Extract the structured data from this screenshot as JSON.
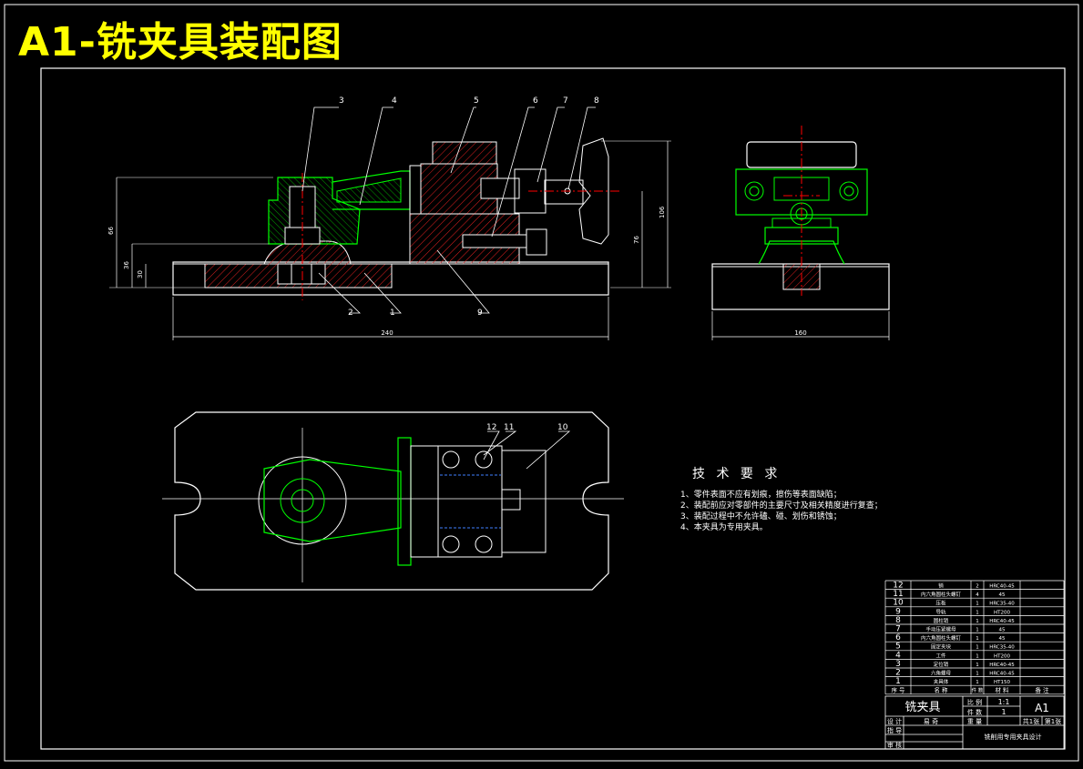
{
  "title": "A1-铣夹具装配图",
  "dims": {
    "d240": "240",
    "d160": "160",
    "d106": "106",
    "d76": "76",
    "d66": "66",
    "d36": "36",
    "d30": "30"
  },
  "parts_balloons": [
    "1",
    "2",
    "3",
    "4",
    "5",
    "6",
    "7",
    "8",
    "9",
    "10",
    "11",
    "12"
  ],
  "tech_requirements": {
    "heading": "技 术 要 求",
    "items": [
      "1、零件表面不应有划痕，擦伤等表面缺陷；",
      "2、装配前应对零部件的主要尺寸及相关精度进行复查；",
      "3、装配过程中不允许磕、碰、划伤和锈蚀；",
      "4、本夹具为专用夹具。"
    ]
  },
  "bom": [
    {
      "no": "12",
      "name": "销",
      "qty": "2",
      "mat": "HRC40-45"
    },
    {
      "no": "11",
      "name": "内六角圆柱头螺钉",
      "qty": "4",
      "mat": "45"
    },
    {
      "no": "10",
      "name": "压板",
      "qty": "1",
      "mat": "HRC35-40"
    },
    {
      "no": "9",
      "name": "导轨",
      "qty": "1",
      "mat": "HT200"
    },
    {
      "no": "8",
      "name": "圆柱销",
      "qty": "1",
      "mat": "HRC40-45"
    },
    {
      "no": "7",
      "name": "手动压紧螺母",
      "qty": "1",
      "mat": "45"
    },
    {
      "no": "6",
      "name": "内六角圆柱头螺钉",
      "qty": "1",
      "mat": "45"
    },
    {
      "no": "5",
      "name": "固定夹块",
      "qty": "1",
      "mat": "HRC35-40"
    },
    {
      "no": "4",
      "name": "工件",
      "qty": "1",
      "mat": "HT200"
    },
    {
      "no": "3",
      "name": "定位销",
      "qty": "1",
      "mat": "HRC40-45"
    },
    {
      "no": "2",
      "name": "六角螺母",
      "qty": "1",
      "mat": "HRC40-45"
    },
    {
      "no": "1",
      "name": "夹具体",
      "qty": "1",
      "mat": "HT150"
    }
  ],
  "bom_header": {
    "no": "序 号",
    "name": "名  称",
    "qty": "件 数",
    "mat": "材 料",
    "remark": "备   注"
  },
  "title_block": {
    "drawing_name": "铣夹具",
    "scale_label": "比 例",
    "scale": "1:1",
    "count_label": "件 数",
    "count": "1",
    "weight_label": "重 量",
    "sheet_info_1": "共1张",
    "sheet_info_2": "第1张",
    "size": "A1",
    "designer_label": "设 计",
    "designer": "易  奇",
    "guide_label": "指 导",
    "review_label": "审 核",
    "school": "铣削用专用夹具设计"
  },
  "colors": {
    "outline": "#ffffff",
    "green": "#00ff00",
    "hatch": "#ff2020",
    "title": "#ffff00",
    "center": "#ff0000"
  }
}
